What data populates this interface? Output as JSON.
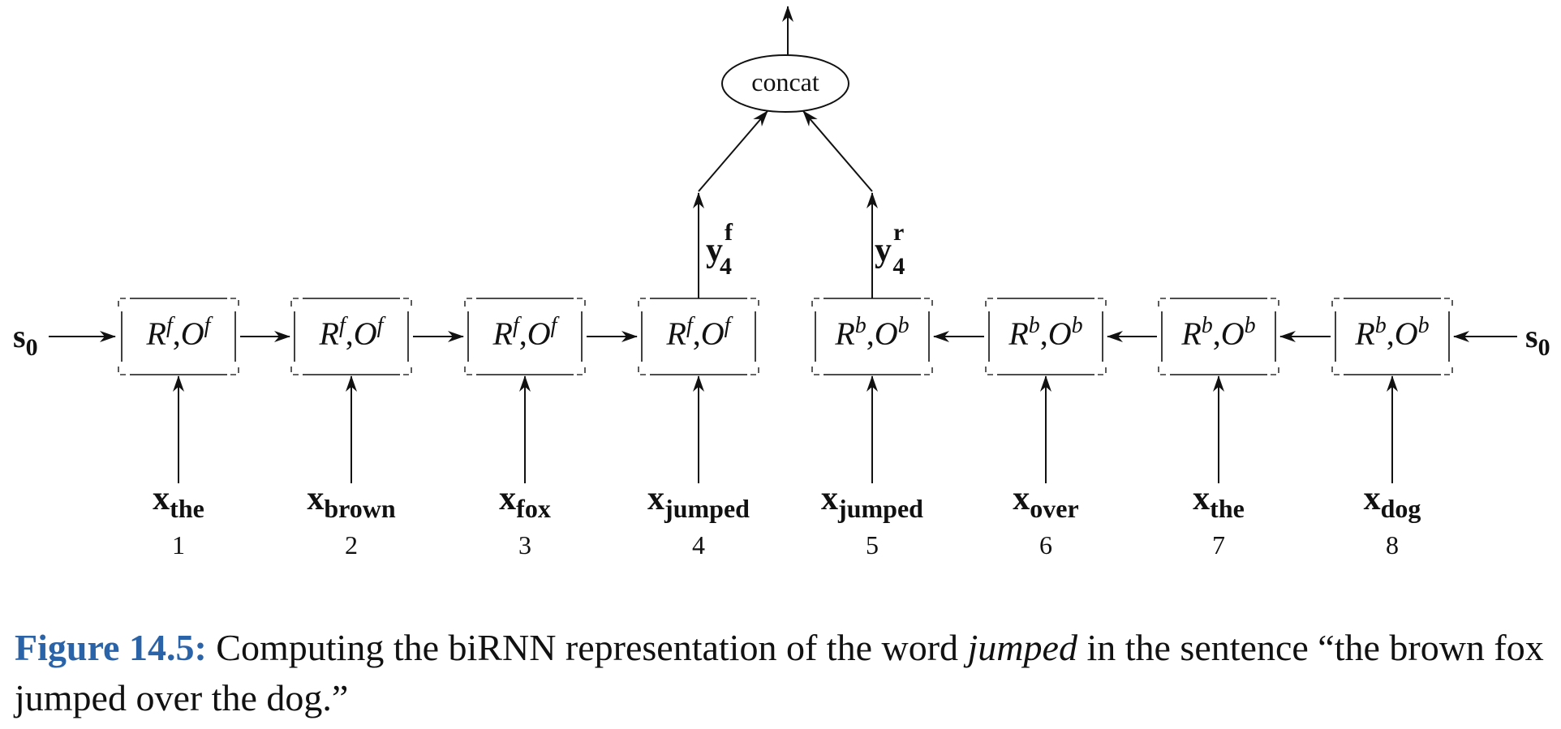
{
  "diagram": {
    "concat": "concat",
    "state": {
      "main": "s",
      "sub": "0"
    },
    "forward_cell": {
      "r": "R",
      "o": "O",
      "sup": "f"
    },
    "backward_cell": {
      "r": "R",
      "o": "O",
      "sup": "b"
    },
    "outputs": [
      {
        "main": "y",
        "sup": "f",
        "sub": "4"
      },
      {
        "main": "y",
        "sup": "r",
        "sub": "4"
      }
    ],
    "inputs": [
      {
        "main": "x",
        "sub": "the",
        "index": "1"
      },
      {
        "main": "x",
        "sub": "brown",
        "index": "2"
      },
      {
        "main": "x",
        "sub": "fox",
        "index": "3"
      },
      {
        "main": "x",
        "sub": "jumped",
        "index": "4"
      },
      {
        "main": "x",
        "sub": "jumped",
        "index": "5"
      },
      {
        "main": "x",
        "sub": "over",
        "index": "6"
      },
      {
        "main": "x",
        "sub": "the",
        "index": "7"
      },
      {
        "main": "x",
        "sub": "dog",
        "index": "8"
      }
    ]
  },
  "caption": {
    "label": "Figure 14.5:",
    "text_before": "Computing the biRNN representation of the word",
    "emphasis": "jumped",
    "text_after": "in the sentence “the brown fox jumped over the dog.”"
  }
}
